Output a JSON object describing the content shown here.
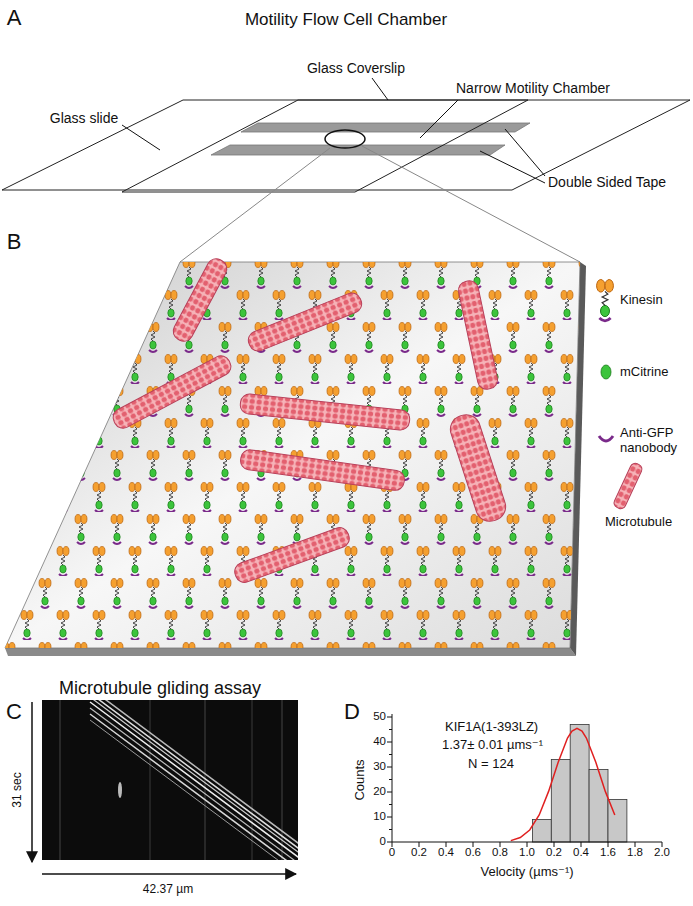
{
  "diagram": {
    "labels": [
      "A",
      "Motility Flow Cell Chamber",
      "Glass Coverslip",
      "Narrow Motility Chamber",
      "Glass slide",
      "Double Sided Tape",
      "B",
      "Microtubule gliding assay",
      "C",
      "31 sec",
      "42.37 µm",
      "D",
      "KIF1A(1-393LZ)",
      "1.37± 0.01 µms⁻¹",
      "N = 124",
      "Counts",
      "50",
      "40",
      "30",
      "20",
      "10",
      "0",
      "0",
      "0.2",
      "0.4",
      "0.6",
      "0.8",
      "1.0",
      "0.2",
      "0.4",
      "1.6",
      "1.8",
      "2.0",
      "Velocity (µms⁻¹)"
    ],
    "legend": [
      {
        "text": "Kinesin"
      },
      {
        "text": "mCitrine"
      },
      {
        "text": "Anti-GFP nanobody"
      },
      {
        "text": "Microtubule"
      }
    ]
  }
}
